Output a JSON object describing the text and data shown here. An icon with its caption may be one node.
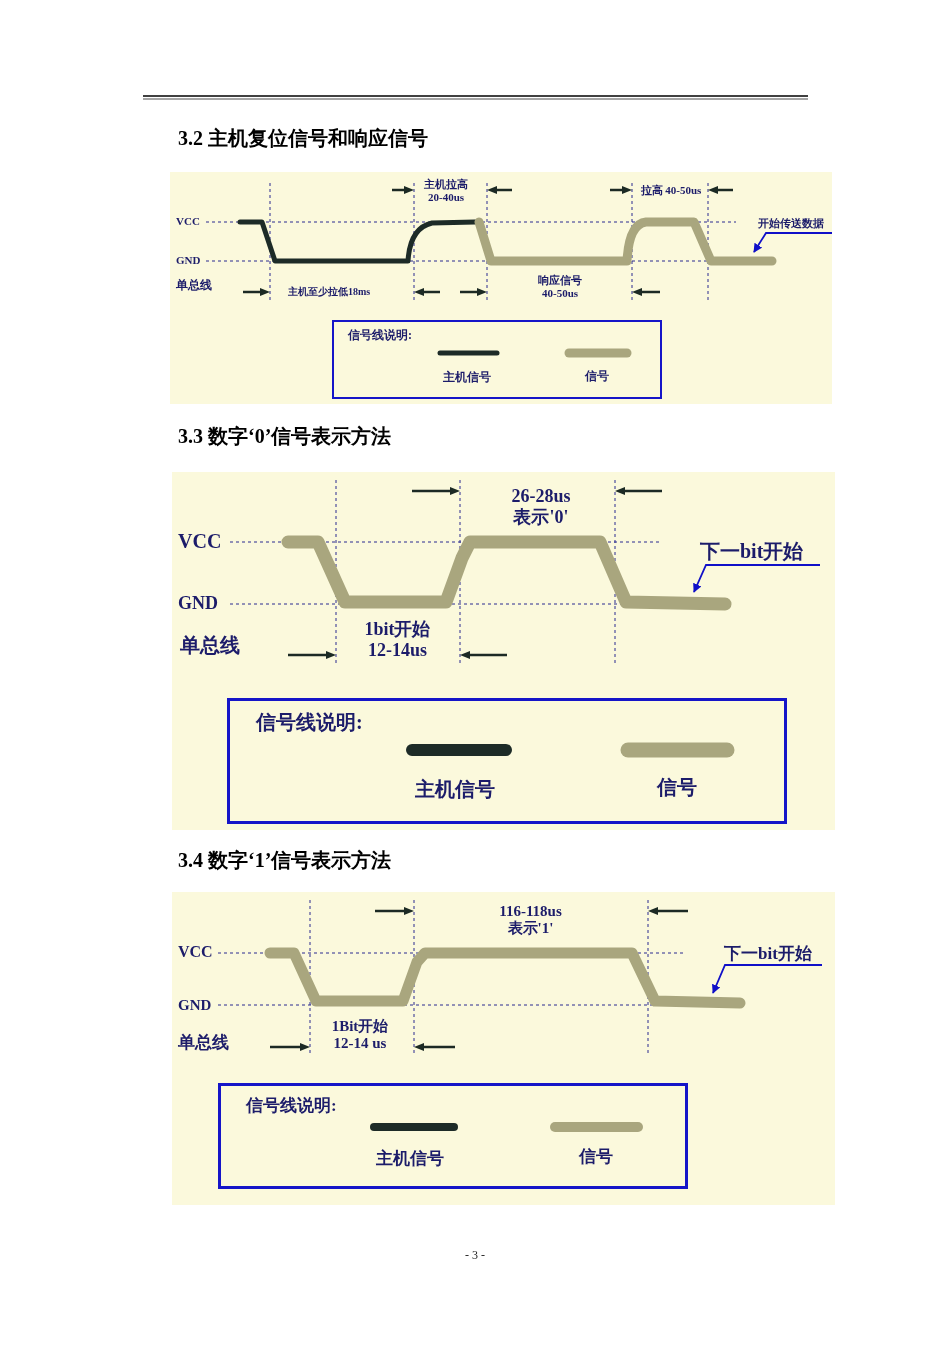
{
  "diagram": {
    "nodes": [
      {
        "text": [
          "信号线说明:"
        ]
      },
      {
        "text": [
          "开始传送数据"
        ]
      },
      {
        "text": [
          "信号线说明:"
        ]
      },
      {
        "text": [
          "下一bit开始"
        ]
      },
      {
        "text": [
          "信号线说明:"
        ]
      },
      {
        "text": [
          "下一bit开始"
        ]
      },
      {
        "text": [],
        "shape": "waveform",
        "beside": [
          "VCC",
          "GND"
        ]
      },
      {
        "text": [],
        "shape": "waveform",
        "beside": [
          "VCC",
          "GND"
        ]
      },
      {
        "text": [],
        "shape": "waveform",
        "beside": [
          "VCC",
          "GND"
        ]
      }
    ],
    "edges": [
      {
        "from": 1,
        "to": 6,
        "arrow": "to"
      },
      {
        "from": 3,
        "to": 7,
        "arrow": "to"
      },
      {
        "from": 5,
        "to": 8,
        "arrow": "to"
      }
    ],
    "labels": [
      "3.2 主机复位信号和响应信号",
      "主机拉高 20-40us",
      "拉高 40-50us",
      "单总线",
      "主机至少拉低18ms",
      "响应信号 40-50us",
      "3.3 数字‘0’信号表示方法",
      "26-28us 表示'0'",
      "1bit开始 12-14us",
      "单总线",
      "3.4 数字‘1’信号表示方法",
      "116-118us 表示'1'",
      "1Bit开始 12-14 us",
      "单总线",
      "- 3 -"
    ],
    "legend": [
      {
        "text": "主机信号"
      },
      {
        "text": "信号"
      },
      {
        "text": "主机信号"
      },
      {
        "text": "信号"
      },
      {
        "text": "主机信号"
      },
      {
        "text": "信号"
      }
    ]
  }
}
